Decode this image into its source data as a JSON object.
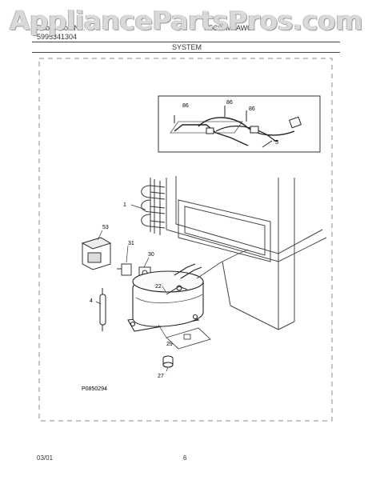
{
  "watermark": "AppliancePartsPros.com",
  "header": {
    "left_line1": "Publication No.",
    "left_line2": "5995341304",
    "model": "FFC07M4AW0",
    "section": "SYSTEM"
  },
  "callouts": {
    "c1": "1",
    "c4": "4",
    "c5": "5",
    "c22": "22",
    "c27": "27",
    "c29": "29",
    "c30": "30",
    "c31": "31",
    "c53": "53",
    "c86a": "86",
    "c86b": "86",
    "c86c": "86"
  },
  "drawing_number": "P0850294",
  "footer": {
    "date": "03/01",
    "page": "6"
  }
}
